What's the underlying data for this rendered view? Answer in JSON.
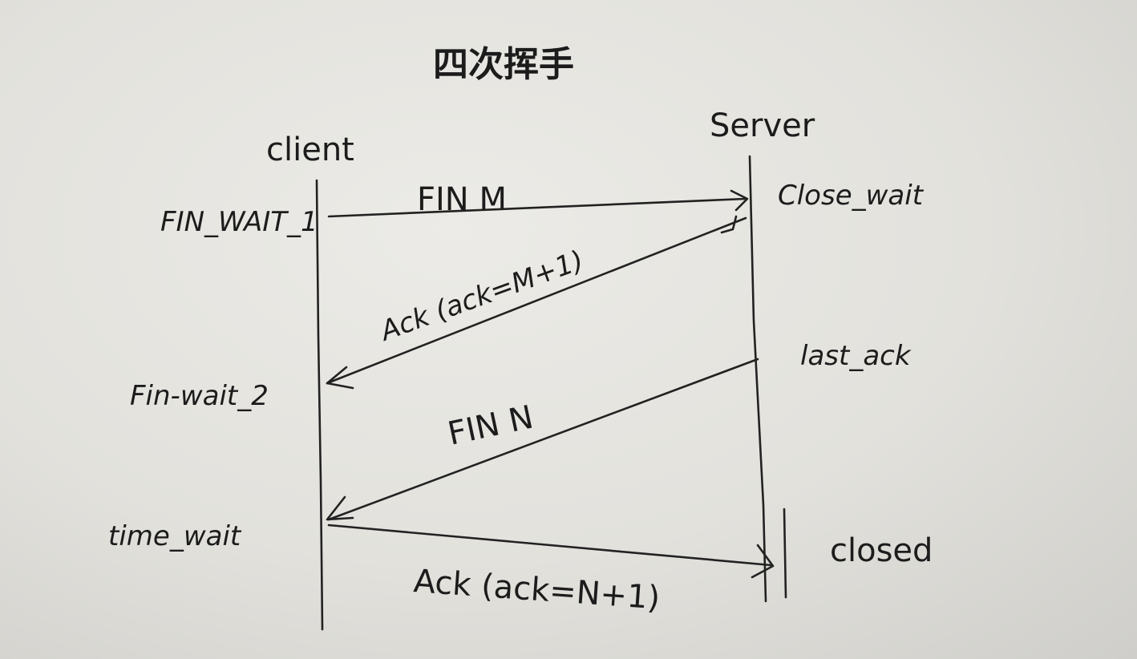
{
  "title": "四次挥手",
  "participants": {
    "client": "client",
    "server": "Server"
  },
  "client_states": {
    "s1": "FIN_WAIT_1",
    "s2": "Fin-wait_2",
    "s3": "time_wait"
  },
  "server_states": {
    "s1": "Close_wait",
    "s2": "last_ack",
    "s3": "closed"
  },
  "messages": {
    "m1": "FIN M",
    "m2": "Ack (ack=M+1)",
    "m3": "FIN N",
    "m4": "Ack (ack=N+1)"
  }
}
